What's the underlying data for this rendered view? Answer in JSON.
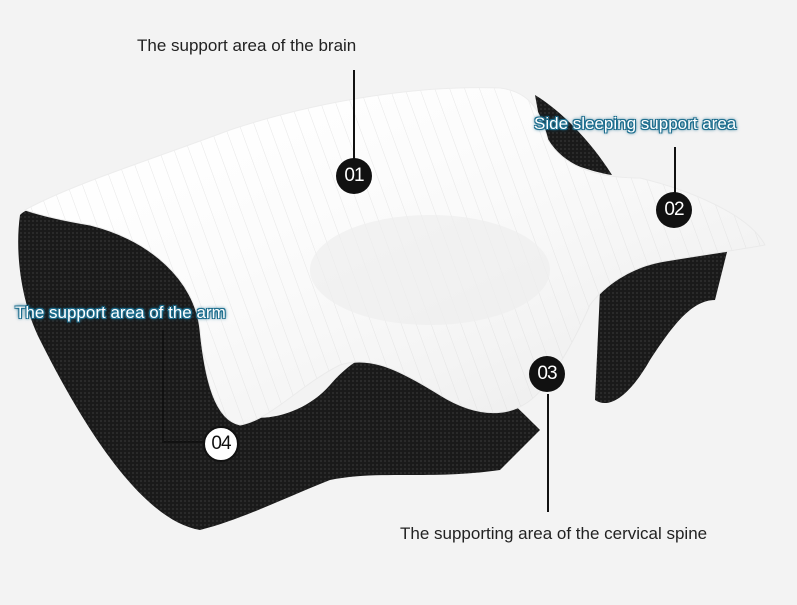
{
  "callouts": {
    "brain": {
      "number": "01",
      "text": "The support area of the brain"
    },
    "side": {
      "number": "02",
      "text": "Side sleeping support area"
    },
    "spine": {
      "number": "03",
      "text": "The supporting area of the cervical spine"
    },
    "arm": {
      "number": "04",
      "text": "The support area of the arm"
    }
  }
}
